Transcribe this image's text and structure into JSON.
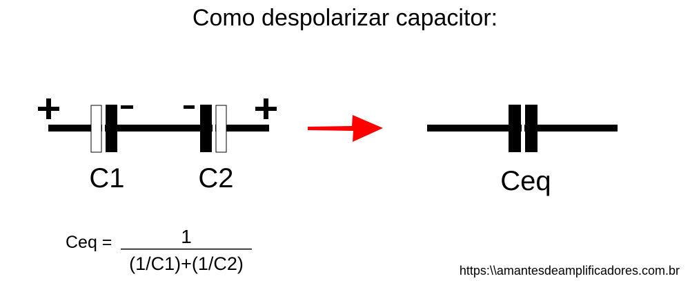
{
  "title": "Como despolarizar capacitor:",
  "circuit_left": {
    "c1_label": "C1",
    "c2_label": "C2",
    "plus_symbol": "+",
    "minus_symbol": "-"
  },
  "circuit_right": {
    "ceq_label": "Ceq"
  },
  "formula": {
    "lhs": "Ceq =",
    "numerator": "1",
    "denominator": "(1/C1)+(1/C2)"
  },
  "footer_url": "https:\\\\amantesdeamplificadores.com.br",
  "colors": {
    "arrow": "#ff0000",
    "line": "#000000"
  }
}
